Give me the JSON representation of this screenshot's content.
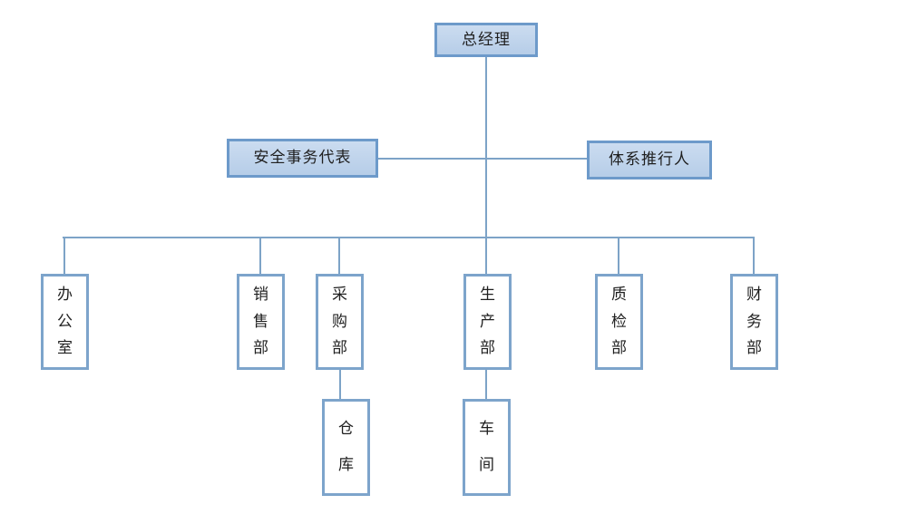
{
  "diagram": {
    "type": "org-chart",
    "background": "#ffffff",
    "colors": {
      "node_fill": "#bfd3ea",
      "node_border": "#6d9aca",
      "plain_node_border": "#7da4cb",
      "connector_line": "#7da3c7",
      "text": "#1f1f1f"
    },
    "root": {
      "label": "总经理"
    },
    "assistants": [
      {
        "label": "安全事务代表",
        "side": "left"
      },
      {
        "label": "体系推行人",
        "side": "right"
      }
    ],
    "departments": [
      {
        "label": "办公室",
        "chars": [
          "办",
          "公",
          "室"
        ]
      },
      {
        "label": "销售部",
        "chars": [
          "销",
          "售",
          "部"
        ]
      },
      {
        "label": "采购部",
        "chars": [
          "采",
          "购",
          "部"
        ]
      },
      {
        "label": "生产部",
        "chars": [
          "生",
          "产",
          "部"
        ]
      },
      {
        "label": "质检部",
        "chars": [
          "质",
          "检",
          "部"
        ]
      },
      {
        "label": "财务部",
        "chars": [
          "财",
          "务",
          "部"
        ]
      }
    ],
    "sub_units": [
      {
        "label": "仓库",
        "chars": [
          "仓",
          "库"
        ],
        "parent": "采购部"
      },
      {
        "label": "车间",
        "chars": [
          "车",
          "间"
        ],
        "parent": "生产部"
      }
    ]
  }
}
